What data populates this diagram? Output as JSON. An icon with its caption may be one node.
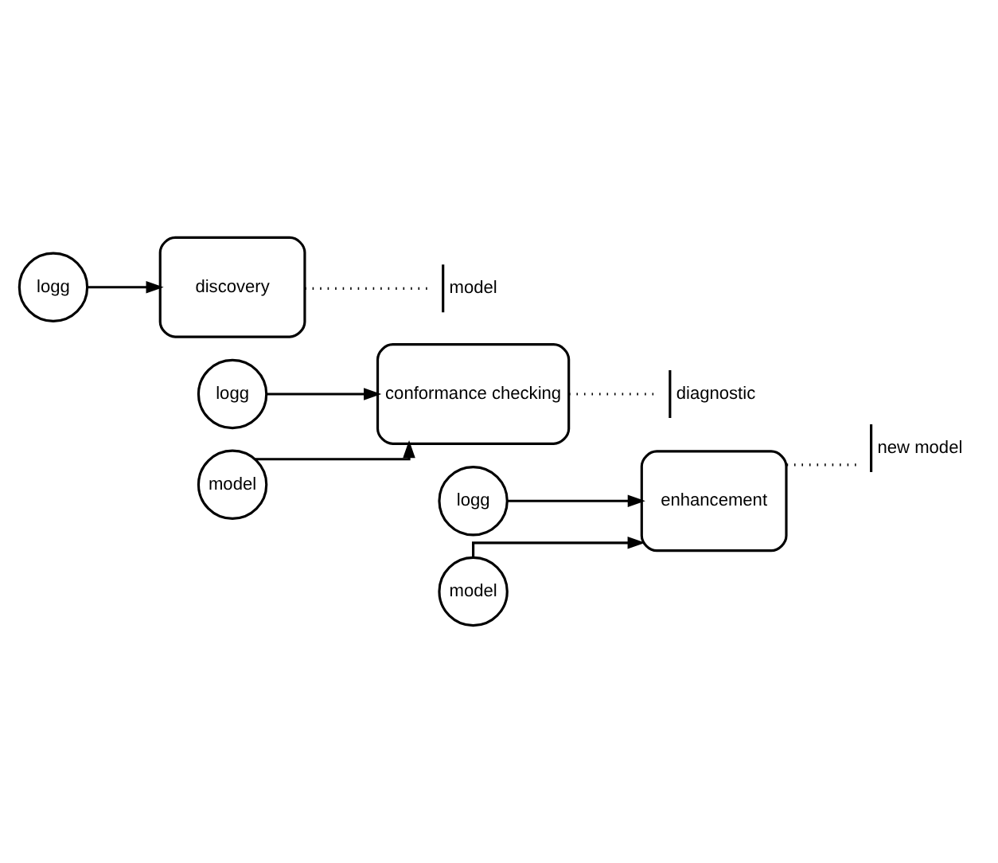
{
  "diagram": {
    "nodes": [
      {
        "text": [
          "logg"
        ]
      },
      {
        "text": [
          "discovery"
        ]
      },
      {
        "text": [
          "model"
        ]
      },
      {
        "text": [
          "logg"
        ]
      },
      {
        "text": [
          "model"
        ]
      },
      {
        "text": [
          "conformance checking"
        ]
      },
      {
        "text": [
          "diagnostic"
        ]
      },
      {
        "text": [
          "logg"
        ]
      },
      {
        "text": [
          "model"
        ]
      },
      {
        "text": [
          "enhancement"
        ]
      },
      {
        "text": [
          "new model"
        ]
      }
    ],
    "edges": [
      {
        "from": 0,
        "to": 1,
        "arrow": "to"
      },
      {
        "from": 1,
        "to": 2,
        "arrow": "none",
        "style": "dashed"
      },
      {
        "from": 3,
        "to": 5,
        "arrow": "to"
      },
      {
        "from": 4,
        "to": 5,
        "arrow": "to"
      },
      {
        "from": 5,
        "to": 6,
        "arrow": "none",
        "style": "dashed"
      },
      {
        "from": 7,
        "to": 9,
        "arrow": "to"
      },
      {
        "from": 8,
        "to": 9,
        "arrow": "to"
      },
      {
        "from": 9,
        "to": 10,
        "arrow": "none",
        "style": "dashed"
      }
    ]
  }
}
